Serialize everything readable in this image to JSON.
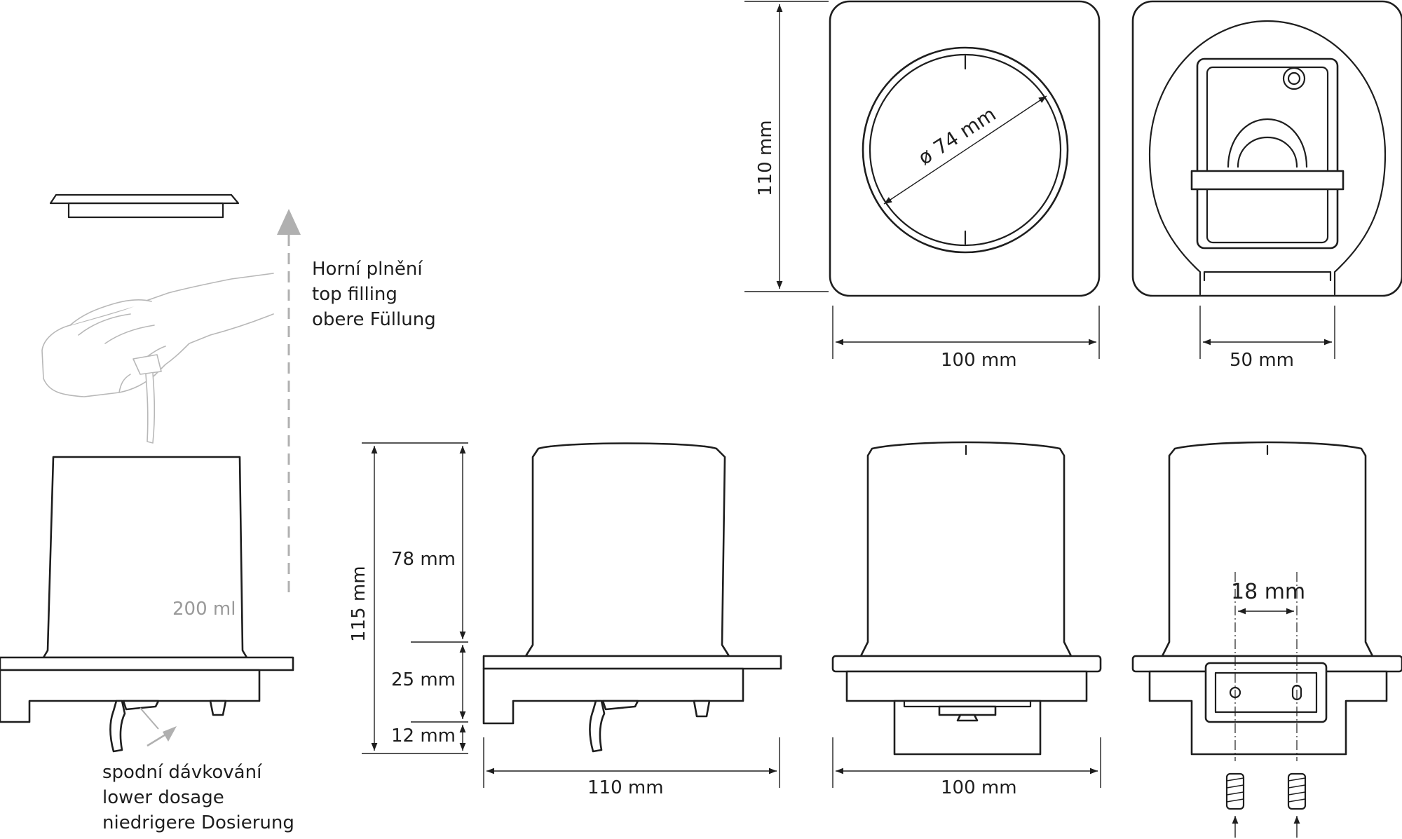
{
  "labels": {
    "top_filling": [
      "Horní plnění",
      "top filling",
      "obere Füllung"
    ],
    "lower_dosage": [
      "spodní dávkování",
      "lower dosage",
      "niedrigere Dosierung"
    ],
    "capacity": "200 ml"
  },
  "dimensions": {
    "height_top_view": "110 mm",
    "width_front_plate": "100 mm",
    "depth_back_plate": "50 mm",
    "diameter": "ø 74 mm",
    "total_height": "115 mm",
    "container_height": "78 mm",
    "base_height": "25 mm",
    "lever_height": "12 mm",
    "width_side": "110 mm",
    "width_front": "100 mm",
    "hole_spacing": "18 mm"
  },
  "colors": {
    "line": "#1e1e1e",
    "hint": "#9a9a9a"
  }
}
